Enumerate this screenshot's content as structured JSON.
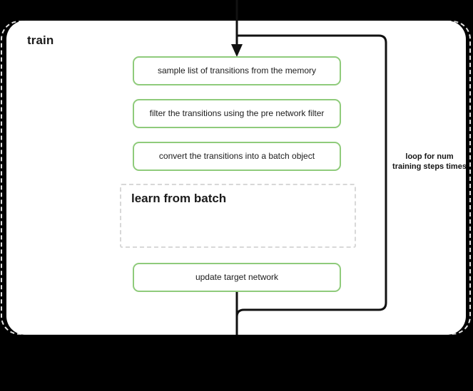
{
  "canvas": {
    "background": "#000000",
    "card_background": "#ffffff",
    "accent_green": "#8fcb7b",
    "dashed_gray": "#d8d8d8",
    "outer_dashed_gray": "#e3e3e3",
    "connector_black": "#111111"
  },
  "card": {
    "title": "train"
  },
  "steps": [
    {
      "id": "sample-transitions",
      "label": "sample list of transitions from the memory"
    },
    {
      "id": "filter-transitions",
      "label": "filter the transitions using the pre network filter"
    },
    {
      "id": "convert-batch",
      "label": "convert the transitions into a batch object"
    },
    {
      "id": "update-target-network",
      "label": "update target network"
    }
  ],
  "subgroup": {
    "id": "learn-from-batch",
    "title": "learn from batch"
  },
  "loop": {
    "label": "loop for num training steps times"
  }
}
